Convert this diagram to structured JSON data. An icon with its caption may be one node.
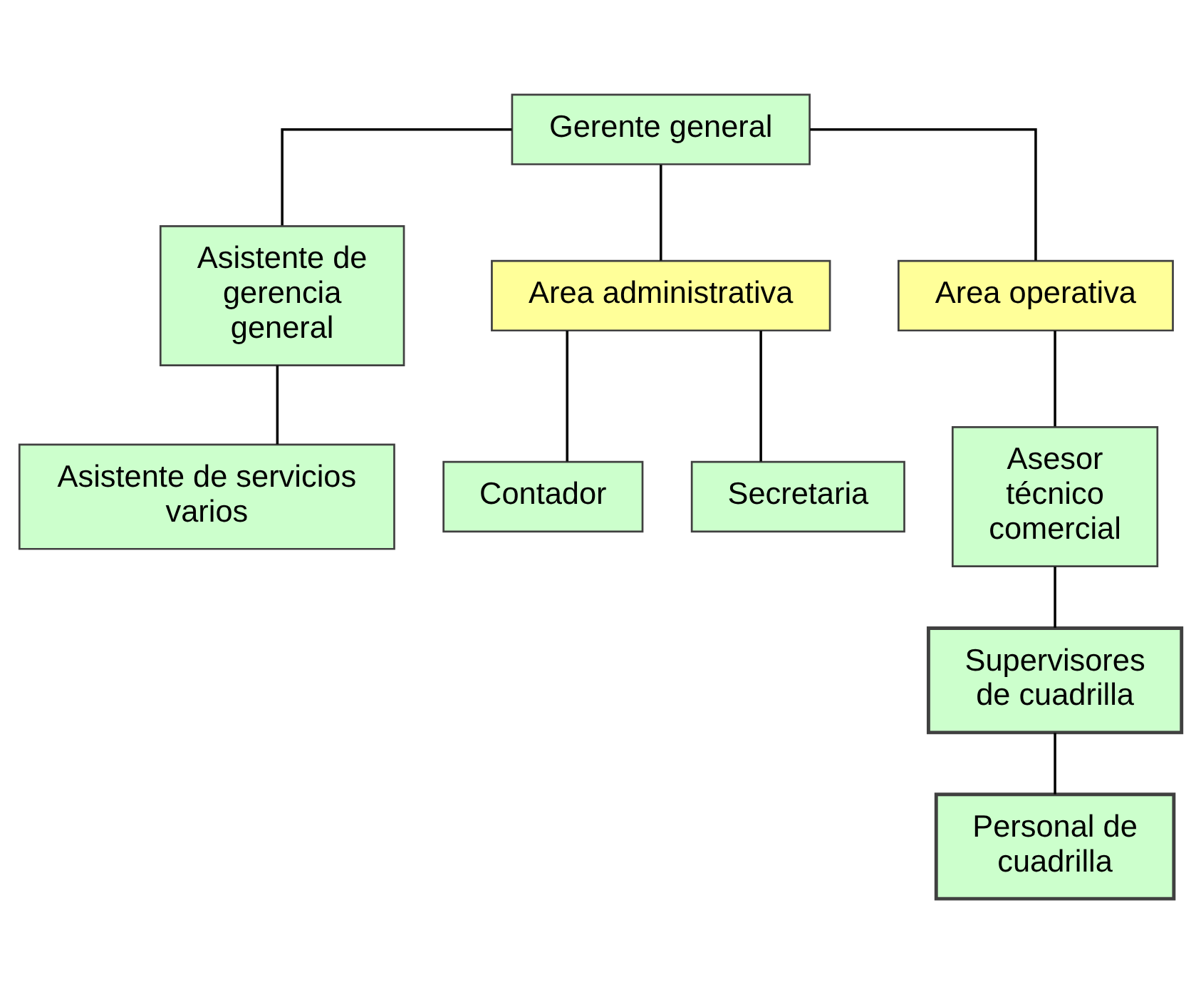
{
  "diagram": {
    "nodes": [
      {
        "text": [
          "Gerente general"
        ]
      },
      {
        "text": [
          "Asistente de gerencia general"
        ]
      },
      {
        "text": [
          "Asistente de servicios varios"
        ]
      },
      {
        "text": [
          "Area administrativa"
        ]
      },
      {
        "text": [
          "Area operativa"
        ]
      },
      {
        "text": [
          "Contador"
        ]
      },
      {
        "text": [
          "Secretaria"
        ]
      },
      {
        "text": [
          "Asesor técnico comercial"
        ]
      },
      {
        "text": [
          "Supervisores de cuadrilla"
        ]
      },
      {
        "text": [
          "Personal de cuadrilla"
        ]
      }
    ],
    "edges": [
      {
        "from": 0,
        "to": 1,
        "arrow": "none"
      },
      {
        "from": 1,
        "to": 2,
        "arrow": "none"
      },
      {
        "from": 0,
        "to": 3,
        "arrow": "none"
      },
      {
        "from": 0,
        "to": 4,
        "arrow": "none"
      },
      {
        "from": 3,
        "to": 5,
        "arrow": "none"
      },
      {
        "from": 3,
        "to": 6,
        "arrow": "none"
      },
      {
        "from": 4,
        "to": 7,
        "arrow": "none"
      },
      {
        "from": 7,
        "to": 8,
        "arrow": "none"
      },
      {
        "from": 8,
        "to": 9,
        "arrow": "none"
      }
    ]
  }
}
